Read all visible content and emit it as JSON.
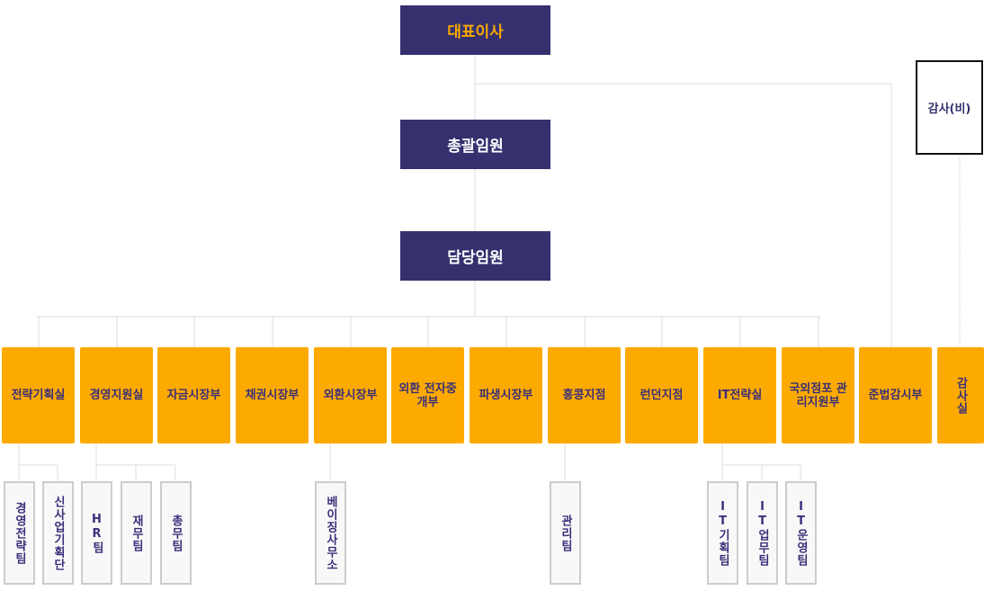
{
  "executives": {
    "ceo": "대표이사",
    "general": "총괄임원",
    "charge": "담당임원"
  },
  "auditor": "감사(비)",
  "departments": [
    {
      "label": "전략기획실",
      "teams": [
        "경영전략팀",
        "신사업기획단"
      ]
    },
    {
      "label": "경영지원실",
      "teams": [
        "HR팀",
        "재무팀",
        "총무팀"
      ]
    },
    {
      "label": "자금시장부",
      "teams": []
    },
    {
      "label": "채권시장부",
      "teams": []
    },
    {
      "label": "외환시장부",
      "teams": [
        "베이징사무소"
      ]
    },
    {
      "label": "외환 전자중개부",
      "teams": []
    },
    {
      "label": "파생시장부",
      "teams": []
    },
    {
      "label": "홍콩지점",
      "teams": [
        "관리팀"
      ]
    },
    {
      "label": "런던지점",
      "teams": []
    },
    {
      "label": "IT전략실",
      "teams": [
        "IT기획팀",
        "IT업무팀",
        "IT운영팀"
      ]
    },
    {
      "label": "국외점포 관리지원부",
      "teams": []
    },
    {
      "label": "준법감시부",
      "teams": []
    },
    {
      "label": "감사실",
      "teams": []
    }
  ],
  "colors": {
    "navy": "#35316f",
    "orange": "#fcaa00",
    "ceo_text": "#f9a800"
  }
}
